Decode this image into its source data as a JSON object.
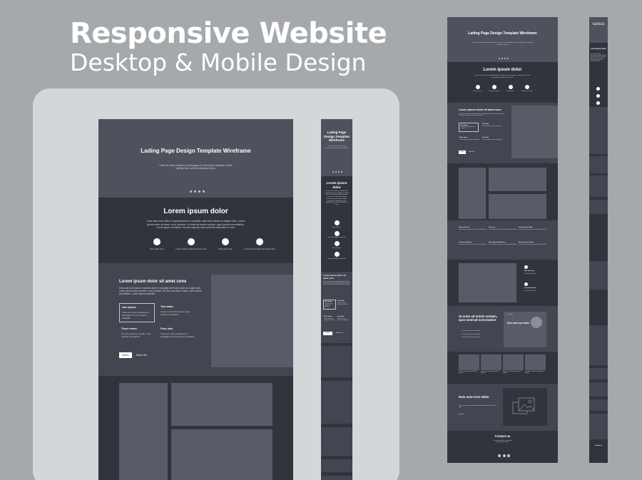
{
  "banner": {
    "title": "Responsive Website",
    "subtitle": "Desktop & Mobile Design"
  },
  "desktop": {
    "hero_title": "Lading Page Design Template Wireframe",
    "hero_sub": "There are many variations of passages of Lorem ipsum available, but the majority have suffered alteration in form.",
    "s2_title": "Lorem ipsum dolor",
    "s2_text": "Duis aute irure dolor in reprehenderit in voluptate velit esse dolore eu fugiat nulla. Lorem ipsum dolor sit amet, cons ectetuer. Ut enim ad minim veniam, quis nostrud exercitation. Lorem ipsum available, but the majority have suffered alteration in form.",
    "circles": [
      "Duis aute irure",
      "Lorem ipsum dolor sit amet cons",
      "Duis aute irure",
      "Lorem ipsum dolor sit amet cons"
    ],
    "s3_title": "Lorem ipsum dolor sit amet cons",
    "s3_text": "Duis aute irure dolor in reprehenderit in voluptate velit esse dolore eu fugiat nulla. Lorem ipsum dolor sit amet, cons ectetuer. Ut enim ad minim veniam, quis nostrud exercitation. Lorem ipsum available.",
    "features": [
      {
        "h": "One lpsum",
        "t": "There are many variations of passages of Lorem Ipsum available"
      },
      {
        "h": "Two dolor",
        "t": "Ut enim ad minim veniam, quis nostrud exercitation"
      },
      {
        "h": "Three lorem",
        "t": "Ut enim ad minim veniam, quis nostrud exercitation"
      },
      {
        "h": "Four duis",
        "t": "There are many variations of passages of Lorem Ipsum available"
      }
    ],
    "button_label": "Button",
    "link_label": "Button link"
  },
  "mobile": {
    "hero_title": "Lading Page Design Template Wireframe",
    "hero_sub": "There are many variations of passages of Lorem ipsum available.",
    "s2_title": "Lorem ipsum dolor",
    "s2_text": "Duis aute irure dolor in reprehenderit in voluptate velit esse dolore eu fugiat nulla. Lorem ipsum dolor sit amet, cons ectetuer. Ut enim ad minim veniam, quis nostrud exercitation. Lorem ipsum available, but the majority have suffered alteration in form.",
    "circles": [
      "Duis aute irure",
      "Lorem ipsum dolor sit amet cons",
      "Duis aute irure",
      "Lorem ipsum dolor sit amet cons"
    ],
    "s3_title": "Lorem ipsum dolor sit amet cons",
    "s3_text": "Duis aute irure dolor in reprehenderit in voluptate velit esse dolore eu fugiat nulla. Lorem ipsum dolor sit amet, cons ectetuer. Ut enim ad minim veniam.",
    "features": [
      {
        "h": "One lpsum",
        "t": "There are many variations of passages"
      },
      {
        "h": "Two dolor",
        "t": "Ut enim ad minim veniam, quis nostrud"
      },
      {
        "h": "Three lorem",
        "t": "Ut enim ad minim veniam, quis nostrud"
      },
      {
        "h": "Four duis",
        "t": "There are many variations of passages"
      }
    ],
    "button_label": "Button",
    "link_label": "Button link"
  },
  "tablet": {
    "hero_title": "Lading Page Design Template Wireframe",
    "hero_sub": "There are many variations of passages of Lorem ipsum available, but the majority have suffered alteration in form.",
    "s2_title": "Lorem ipsum dolor",
    "s2_text": "Duis aute irure dolor in reprehenderit in voluptate velit esse dolore eu fugiat nulla. Lorem ipsum dolor sit amet, cons ectetuer.",
    "circles": [
      "Duis aute irure",
      "Lorem ipsum dolor",
      "Duis aute irure",
      "Lorem ipsum dolor"
    ],
    "s3_title": "Lorem ipsum dolor sit amet cons",
    "s3_text": "Duis aute irure dolor in reprehenderit in voluptate velit esse dolore eu fugiat nulla. Lorem ipsum dolor sit amet, cons ectetuer.",
    "features": [
      {
        "h": "One lpsum",
        "t": "There are many variations of passages"
      },
      {
        "h": "Two dolor",
        "t": "Ut enim ad minim veniam, quis nostrud"
      },
      {
        "h": "Three lorem",
        "t": "Ut enim ad minim veniam, quis nostrud"
      },
      {
        "h": "Four duis",
        "t": "There are many variations of passages"
      }
    ],
    "button_label": "Button",
    "link_label": "Button link",
    "columns": [
      {
        "h": "Duis aute irure",
        "t": "Ut enim ad minim veniam, quis nostrud exercitation ullamco"
      },
      {
        "h": "Trei nuro",
        "t": "Ut enim ad minim veniam, quis nostrud exercitation ullamco"
      },
      {
        "h": "Lorem ipsum dolor",
        "t": "Ut enim ad minim veniam, quis nostrud exercitation ullamco"
      },
      {
        "h": "Ut enim ad minim",
        "t": "Ut enim ad minim veniam, quis nostrud exercitation ullamco"
      },
      {
        "h": "Duis aliquet bibendum",
        "t": "Ut enim ad minim veniam, quis nostrud exercitation ullamco"
      },
      {
        "h": "Duis aute irure dolor",
        "t": "Ut enim ad minim veniam, quis nostrud exercitation ullamco"
      }
    ],
    "s6_items": [
      {
        "h": "Duis aute irure",
        "t": "Ut enim ad minim veniam"
      },
      {
        "h": "Ut enim ad minim",
        "t": "Ut enim ad minim veniam"
      }
    ],
    "s7_title": "Ut enim ad minim veniam, quis nostrud exercitation",
    "s7_list": [
      "Duis aute irure dolor in reprehenderit",
      "Duis aute irure dolor in reprehenderit",
      "Duis aute irure dolor in reprehenderit"
    ],
    "card_tag": "Lorem ipsum",
    "card_title": "Duis aute irure dolor",
    "thumbs": [
      "Duis aute irure dolor in reprehenderit in voluptate",
      "Duis aute irure dolor in reprehenderit in voluptate",
      "Duis aute irure dolor in reprehenderit in voluptate",
      "Duis aute irure dolor in reprehenderit in voluptate"
    ],
    "s9_title": "Duis aute irure dolor",
    "s9_text": "Duis aute irure dolor in reprehenderit in voluptate velit esse cillum dolore eu fugiat.",
    "s9_link": "Button link",
    "contact_title": "Contact us",
    "contact_text": "Duis aute irure dolor in reprehenderit info@mail.com Location"
  },
  "strip": {
    "title": "Lading Page Design Template Wireframe",
    "s2_title": "Lorem ipsum dolor",
    "text": "Duis aute irure dolor in reprehenderit in voluptate velit esse dolore eu fugiat nulla. Lorem ipsum dolor sit amet, cons ectetuer. Ut enim ad minim veniam, quis nostrud exercitation.",
    "contact_title": "Contact us"
  }
}
